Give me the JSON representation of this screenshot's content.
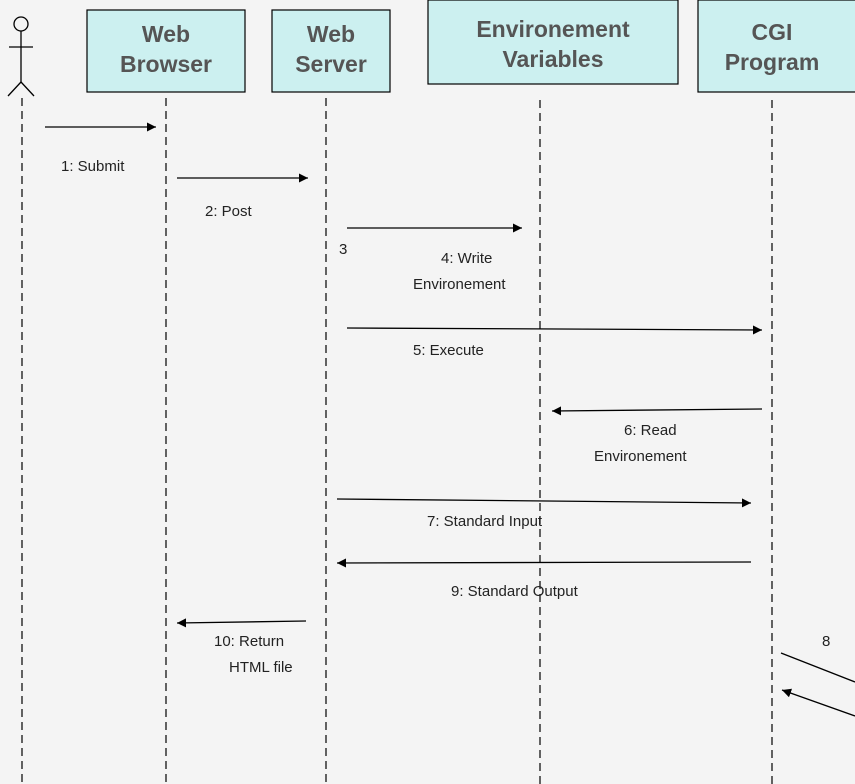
{
  "colors": {
    "box_fill": "#ccf0f0",
    "header_text": "#555555",
    "background": "#f4f4f4"
  },
  "participants": [
    {
      "id": "web-browser",
      "lines": [
        "Web",
        "Browser"
      ]
    },
    {
      "id": "web-server",
      "lines": [
        "Web",
        "Server"
      ]
    },
    {
      "id": "environment-variables",
      "lines": [
        "Environement",
        "Variables"
      ]
    },
    {
      "id": "cgi-program",
      "lines": [
        "CGI",
        "Program"
      ]
    }
  ],
  "messages": [
    {
      "id": "submit",
      "lines": [
        "1: Submit"
      ]
    },
    {
      "id": "post",
      "lines": [
        "2: Post"
      ]
    },
    {
      "id": "three",
      "lines": [
        "3"
      ]
    },
    {
      "id": "write-environment",
      "lines": [
        "4: Write",
        "Environement"
      ]
    },
    {
      "id": "execute",
      "lines": [
        "5: Execute"
      ]
    },
    {
      "id": "read-environment",
      "lines": [
        "6: Read",
        "Environement"
      ]
    },
    {
      "id": "standard-input",
      "lines": [
        "7: Standard Input"
      ]
    },
    {
      "id": "standard-output",
      "lines": [
        "9: Standard Output"
      ]
    },
    {
      "id": "return-html",
      "lines": [
        "10: Return",
        "HTML file"
      ]
    },
    {
      "id": "eight",
      "lines": [
        "8"
      ]
    }
  ]
}
